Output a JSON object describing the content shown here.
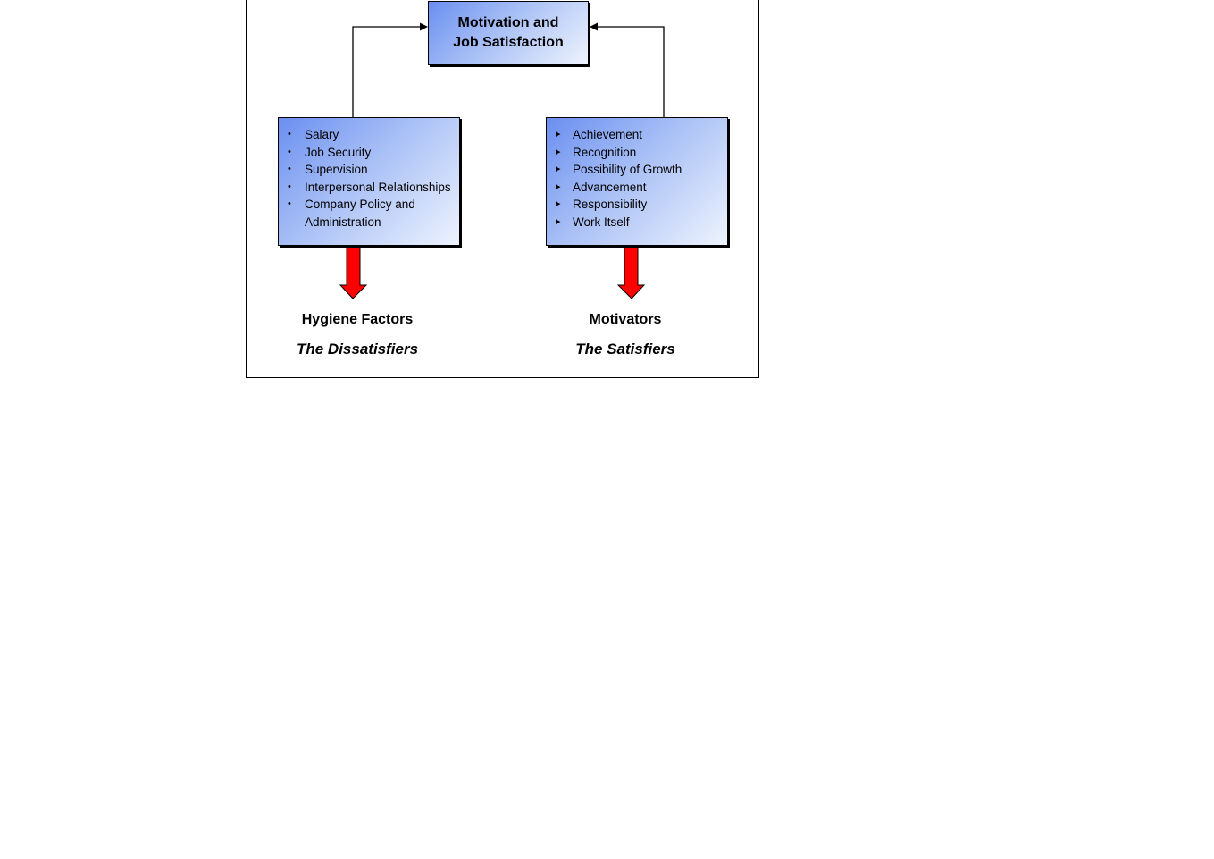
{
  "diagram": {
    "top_box": {
      "line1": "Motivation and",
      "line2": "Job Satisfaction"
    },
    "hygiene": {
      "items": [
        "Salary",
        "Job Security",
        "Supervision",
        "Interpersonal Relationships",
        "Company Policy and Administration"
      ],
      "title": "Hygiene Factors",
      "subtitle": "The Dissatisfiers"
    },
    "motivators": {
      "items": [
        "Achievement",
        "Recognition",
        "Possibility of Growth",
        "Advancement",
        "Responsibility",
        "Work Itself"
      ],
      "title": "Motivators",
      "subtitle": "The Satisfiers"
    },
    "colors": {
      "box_gradient_dark": "#6b8ff0",
      "box_gradient_light": "#eef3fd",
      "arrow_red": "#ff0000",
      "line": "#000000"
    }
  }
}
